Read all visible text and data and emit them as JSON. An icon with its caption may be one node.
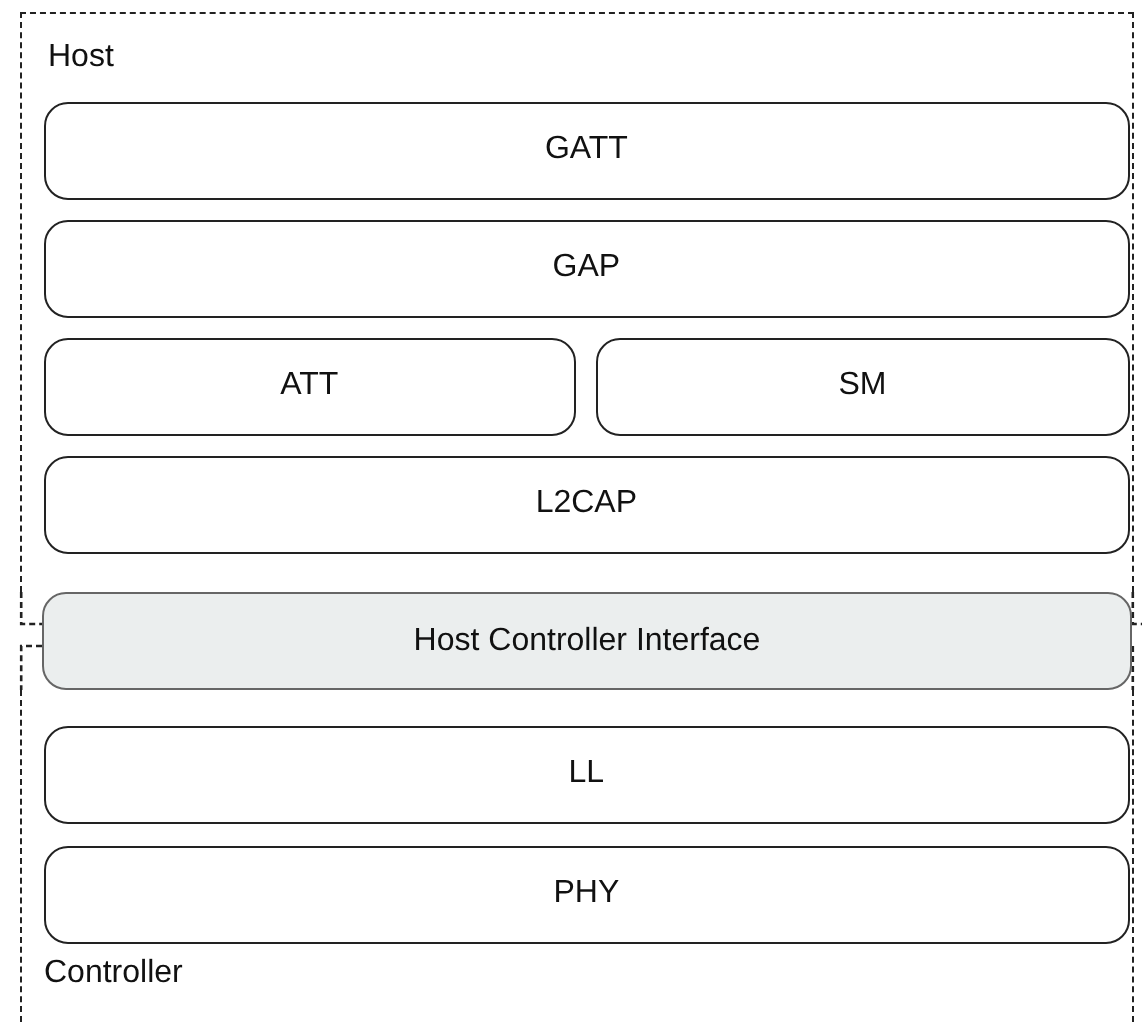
{
  "diagram": {
    "nodes": [
      {
        "text": [
          "Host"
        ]
      },
      {
        "text": [
          "GATT"
        ],
        "in": 0
      },
      {
        "text": [
          "GAP"
        ],
        "in": 0
      },
      {
        "text": [
          "ATT"
        ],
        "in": 0
      },
      {
        "text": [
          "SM"
        ],
        "in": 0
      },
      {
        "text": [
          "L2CAP"
        ],
        "in": 0
      },
      {
        "text": [
          "Host Controller Interface"
        ]
      },
      {
        "text": [
          "Controller"
        ]
      },
      {
        "text": [
          "LL"
        ],
        "in": 7
      },
      {
        "text": [
          "PHY"
        ],
        "in": 7
      }
    ],
    "edges": []
  }
}
